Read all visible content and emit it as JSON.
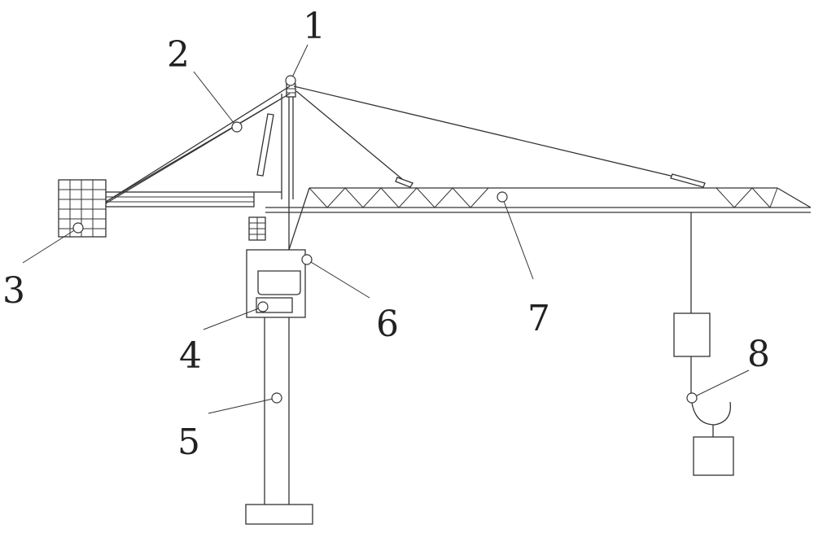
{
  "callouts": [
    {
      "id": "1",
      "text": "1"
    },
    {
      "id": "2",
      "text": "2"
    },
    {
      "id": "3",
      "text": "3"
    },
    {
      "id": "4",
      "text": "4"
    },
    {
      "id": "5",
      "text": "5"
    },
    {
      "id": "6",
      "text": "6"
    },
    {
      "id": "7",
      "text": "7"
    },
    {
      "id": "8",
      "text": "8"
    }
  ],
  "colors": {
    "line": "#333333",
    "background": "#ffffff"
  }
}
